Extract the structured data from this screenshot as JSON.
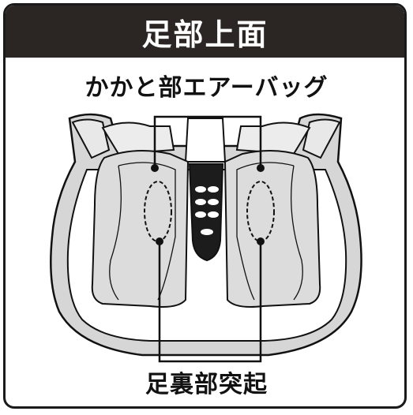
{
  "header": {
    "title": "足部上面"
  },
  "labels": {
    "heel_airbag": "かかと部エアーバッグ",
    "sole_protrusion": "足裏部突起"
  },
  "colors": {
    "header_bg": "#2b2624",
    "device_gray": "#d9d9d9",
    "panel_black": "#1c1c1c"
  },
  "icons": [
    "foot-massager-illustration",
    "control-panel-icon"
  ]
}
